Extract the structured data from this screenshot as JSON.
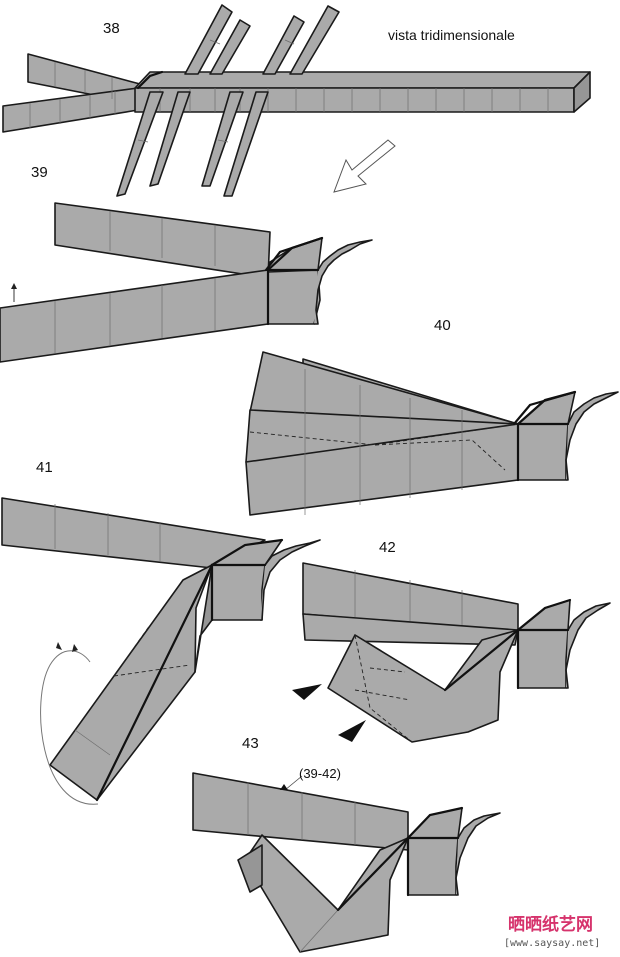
{
  "steps": [
    {
      "label": "38"
    },
    {
      "label": "39"
    },
    {
      "label": "40"
    },
    {
      "label": "41"
    },
    {
      "label": "42"
    },
    {
      "label": "43"
    }
  ],
  "caption": "vista tridimensionale",
  "repeat_ref": "(39-42)",
  "watermark": {
    "brand": "晒晒纸艺网",
    "url": "[www.saysay.net]",
    "color": "#d6336c"
  },
  "colors": {
    "paper": "#aaaaaa",
    "line": "#1a1a1a"
  }
}
